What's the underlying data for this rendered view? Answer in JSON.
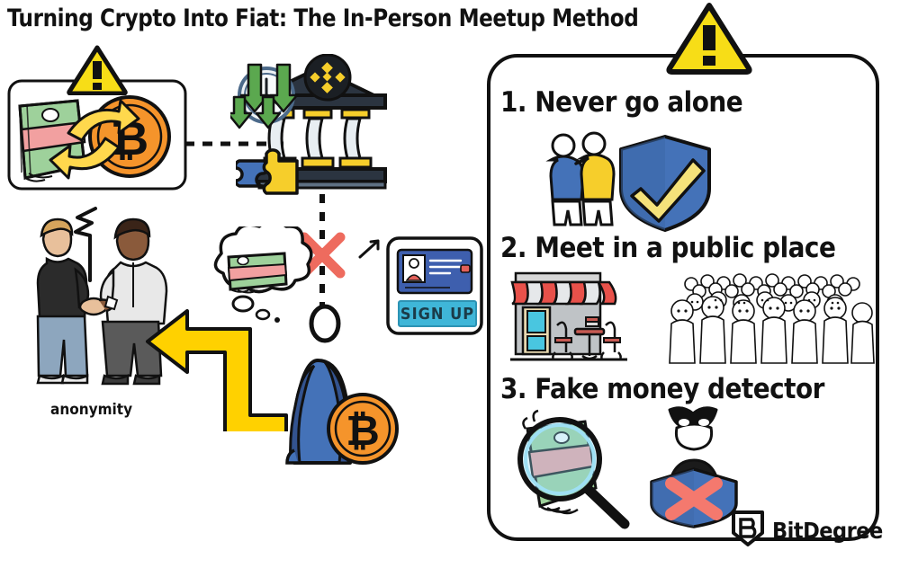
{
  "title": "Turning Crypto Into Fiat: The In-Person Meetup Method",
  "left_diagram": {
    "exchange_box": {
      "name": "crypto-fiat-exchange-box",
      "warning_icon": "warning-triangle-icon",
      "cash_icon": "cash-stack-icon",
      "swap_icon": "exchange-arrows-icon",
      "bitcoin_icon": "bitcoin-coin-icon"
    },
    "exchange_building": {
      "name": "crypto-exchange-building",
      "logo_icon": "binance-logo-icon",
      "clock_icon": "clock-icon",
      "delay_arrows_icon": "down-arrows-icon",
      "puzzle_icon": "puzzle-pieces-icon"
    },
    "handshake": {
      "name": "handshake-scene",
      "caption": "anonymity",
      "lightning_icon": "lightning-bolt-icon"
    },
    "thought_bubble": {
      "name": "cash-thought-bubble",
      "cash_icon": "cash-stack-icon"
    },
    "blocked_marker": "red-x-icon",
    "signup_card": {
      "name": "signup-card",
      "id_form_icon": "id-card-icon",
      "button_label": "SIGN UP"
    },
    "backpack": {
      "name": "backpack-with-bitcoin",
      "bag_icon": "backpack-icon",
      "coin_icon": "bitcoin-coin-icon"
    },
    "flow_arrow_icon": "yellow-elbow-arrow-icon"
  },
  "rules_panel": {
    "warning_icon": "warning-triangle-icon",
    "rules": [
      {
        "number": "1.",
        "text": "Never go alone",
        "full": "1. Never go alone",
        "icons": [
          "two-people-icon",
          "blue-shield-check-icon"
        ]
      },
      {
        "number": "2.",
        "text": "Meet in a public place",
        "full": "2. Meet in a public place",
        "icons": [
          "cafe-storefront-icon",
          "crowd-of-people-icon"
        ]
      },
      {
        "number": "3.",
        "text": "Fake money detector",
        "full": "3. Fake money detector",
        "icons": [
          "magnifier-over-cash-icon",
          "thief-mask-icon",
          "blue-shield-x-icon"
        ]
      }
    ]
  },
  "branding": {
    "logo_icon": "bitdegree-shield-icon",
    "wordmark": "BitDegree"
  },
  "colors": {
    "warning_yellow": "#F7DD17",
    "arrow_yellow": "#FFD100",
    "bitcoin_orange": "#F5942B",
    "shield_blue": "#4472B8",
    "check_yellow": "#F5E27A",
    "x_red": "#F4796E",
    "signup_cyan": "#3FB6D8",
    "building_dark": "#2B3440",
    "cash_green": "#8FCB8F",
    "outline": "#111111"
  }
}
